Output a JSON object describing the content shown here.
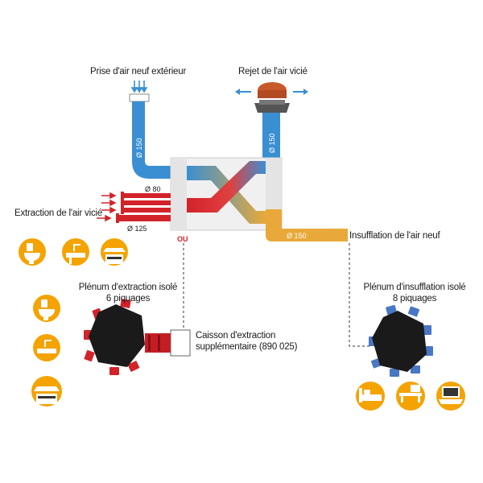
{
  "labels": {
    "fresh_air_intake": "Prise d'air neuf extérieur",
    "stale_air_exhaust": "Rejet de l'air vicié",
    "stale_air_extraction": "Extraction de l'air vicié",
    "fresh_air_supply": "Insufflation de l'air neuf",
    "or": "OU",
    "extraction_plenum_line1": "Plénum d'extraction isolé",
    "extraction_plenum_line2": "6 piquages",
    "supply_plenum_line1": "Plénum d'insufflation isolé",
    "supply_plenum_line2": "8 piquages",
    "extra_box_line1": "Caisson d'extraction",
    "extra_box_line2": "supplémentaire (890 025)"
  },
  "diameters": {
    "intake": "Ø 150",
    "exhaust": "Ø 150",
    "supply": "Ø 150",
    "small_extract": "Ø 80",
    "large_extract": "Ø 125"
  },
  "colors": {
    "fresh_duct": "#3a8fd2",
    "stale_duct": "#e8a93a",
    "extract_red": "#d2232a",
    "orange_circle": "#f4a300",
    "plenum_body": "#1a1a1a",
    "supply_port": "#4a77c4"
  },
  "icons": {
    "extract_rooms": [
      "toilet-icon",
      "bathroom-sink-icon",
      "kitchen-hood-icon"
    ],
    "supply_rooms": [
      "bed-icon",
      "living-room-icon",
      "office-laptop-icon"
    ]
  }
}
